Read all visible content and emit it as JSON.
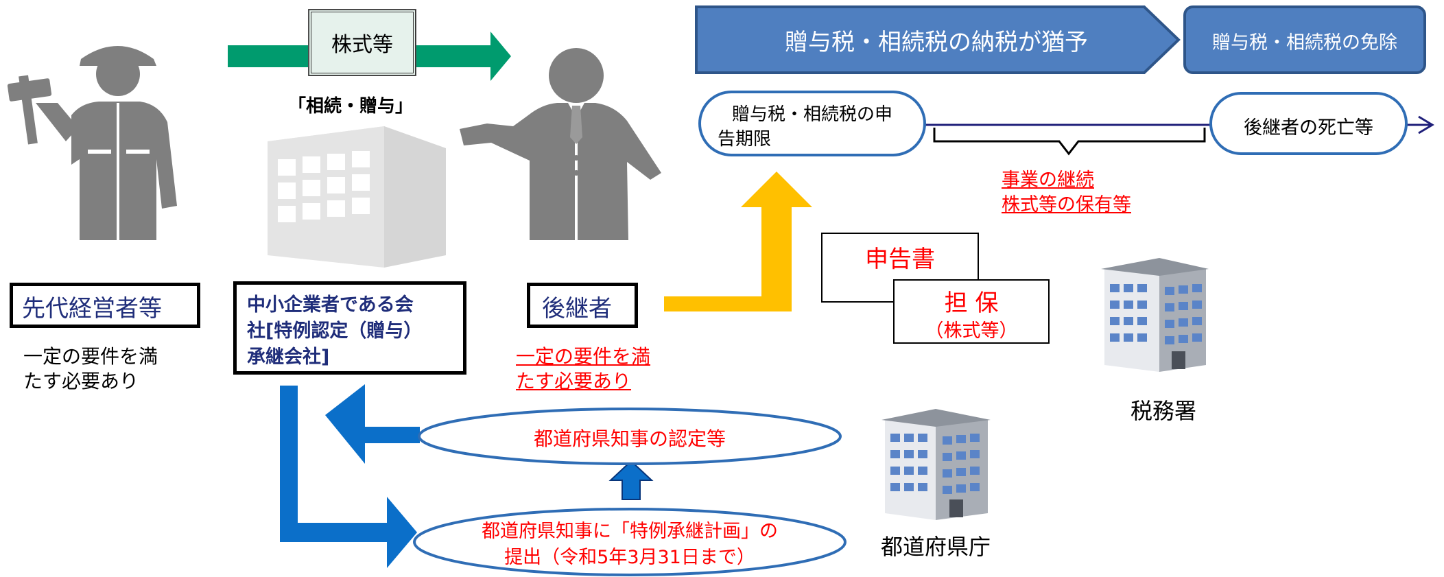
{
  "transfer": {
    "shares_label": "株式等",
    "type_label": "「相続・贈与」"
  },
  "actors": {
    "predecessor": {
      "name": "先代経営者等",
      "note_line1": "一定の要件を満",
      "note_line2": "たす必要あり"
    },
    "company": {
      "line1": "中小企業者である会",
      "line2": "社[特例認定（贈与）",
      "line3": "承継会社]"
    },
    "successor": {
      "name": "後継者",
      "note_line1": "一定の要件を満",
      "note_line2": "たす必要あり"
    }
  },
  "tax_flow": {
    "deferral": "贈与税・相続税の納税が猶予",
    "exemption": "贈与税・相続税の免除",
    "deadline_line1": "贈与税・相続税の申",
    "deadline_line2": "告期限",
    "successor_death": "後継者の死亡等",
    "condition_line1": "事業の継続",
    "condition_line2": "株式等の保有等"
  },
  "filing": {
    "tax_return": "申告書",
    "collateral": "担 保",
    "collateral_note": "（株式等）"
  },
  "offices": {
    "tax_office": "税務署",
    "prefecture": "都道府県庁"
  },
  "procedures": {
    "certification": "都道府県知事の認定等",
    "plan_line1": "都道府県知事に「特例承継計画」の",
    "plan_line2": "提出（令和5年3月31日まで）"
  },
  "colors": {
    "green_arrow": "#009b6e",
    "deferral_bar": "#4f7fc0",
    "yellow_arrow": "#ffc000",
    "blue_arrow": "#0b6fc9",
    "ellipse_stroke": "#2f6db5",
    "person_gray": "#7f7f7f"
  }
}
